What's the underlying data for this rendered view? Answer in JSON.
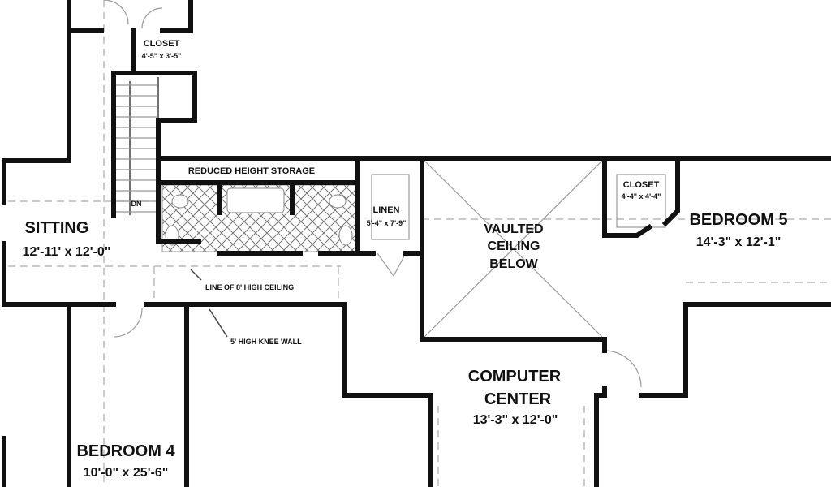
{
  "rooms": {
    "closet_top": {
      "name": "CLOSET",
      "size": "4'-5\" x 3'-5\""
    },
    "sitting": {
      "name": "SITTING",
      "size": "12'-11' x 12'-0\""
    },
    "storage": {
      "name": "REDUCED HEIGHT STORAGE"
    },
    "stair": {
      "label": "DN"
    },
    "linen": {
      "name": "LINEN",
      "size": "5'-4\" x 7'-9\""
    },
    "vaulted": {
      "line1": "VAULTED",
      "line2": "CEILING",
      "line3": "BELOW"
    },
    "closet_right": {
      "name": "CLOSET",
      "size": "4'-4\" x 4'-4\""
    },
    "bedroom5": {
      "name": "BEDROOM 5",
      "size": "14'-3\" x 12'-1\""
    },
    "computer": {
      "line1": "COMPUTER",
      "line2": "CENTER",
      "size": "13'-3\" x 12'-0\""
    },
    "bedroom4": {
      "name": "BEDROOM 4",
      "size": "10'-0\" x 25'-6\""
    }
  },
  "annotations": {
    "ceiling_line": "LINE OF 8' HIGH CEILING",
    "knee_wall": "5' HIGH KNEE WALL"
  }
}
